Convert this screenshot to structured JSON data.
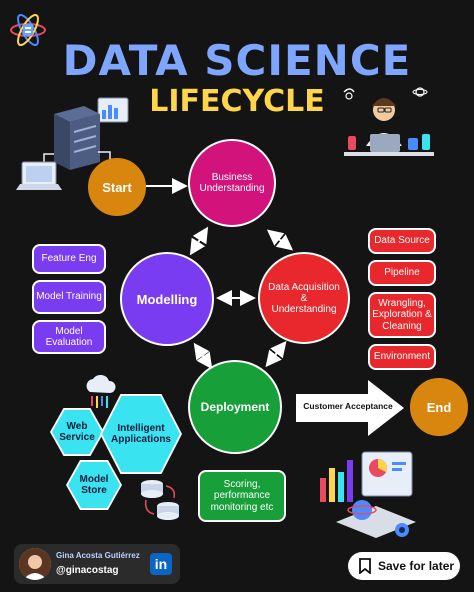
{
  "title_line1": "DATA SCIENCE",
  "title_line2": "LIFECYCLE",
  "nodes": {
    "start": "Start",
    "business": "Business Understanding",
    "modelling": "Modelling",
    "acquisition": "Data Acquisition & Understanding",
    "deployment": "Deployment",
    "end": "End"
  },
  "modelling_tasks": [
    "Feature Eng",
    "Model Training",
    "Model Evaluation"
  ],
  "acquisition_tasks": [
    "Data Source",
    "Pipeline",
    "Wrangling, Exploration & Cleaning",
    "Environment"
  ],
  "deployment_targets": [
    "Web Service",
    "Intelligent Applications",
    "Model Store"
  ],
  "customer_acceptance": "Customer Acceptance",
  "scoring_box": "Scoring, performance monitoring etc",
  "author": {
    "name": "Gina Acosta Gutiérrez",
    "handle": "@ginacostag",
    "network": "in"
  },
  "save_label": "Save for later",
  "colors": {
    "start": "#d8860e",
    "business": "#d1137b",
    "modelling": "#7a3cf0",
    "acquisition": "#e8282c",
    "deployment": "#17a03a",
    "end": "#d8860e",
    "title1": "#7fa6ff",
    "title2": "#ffd54a",
    "hex": "#39e3f0",
    "linkedin": "#0a66c2"
  }
}
